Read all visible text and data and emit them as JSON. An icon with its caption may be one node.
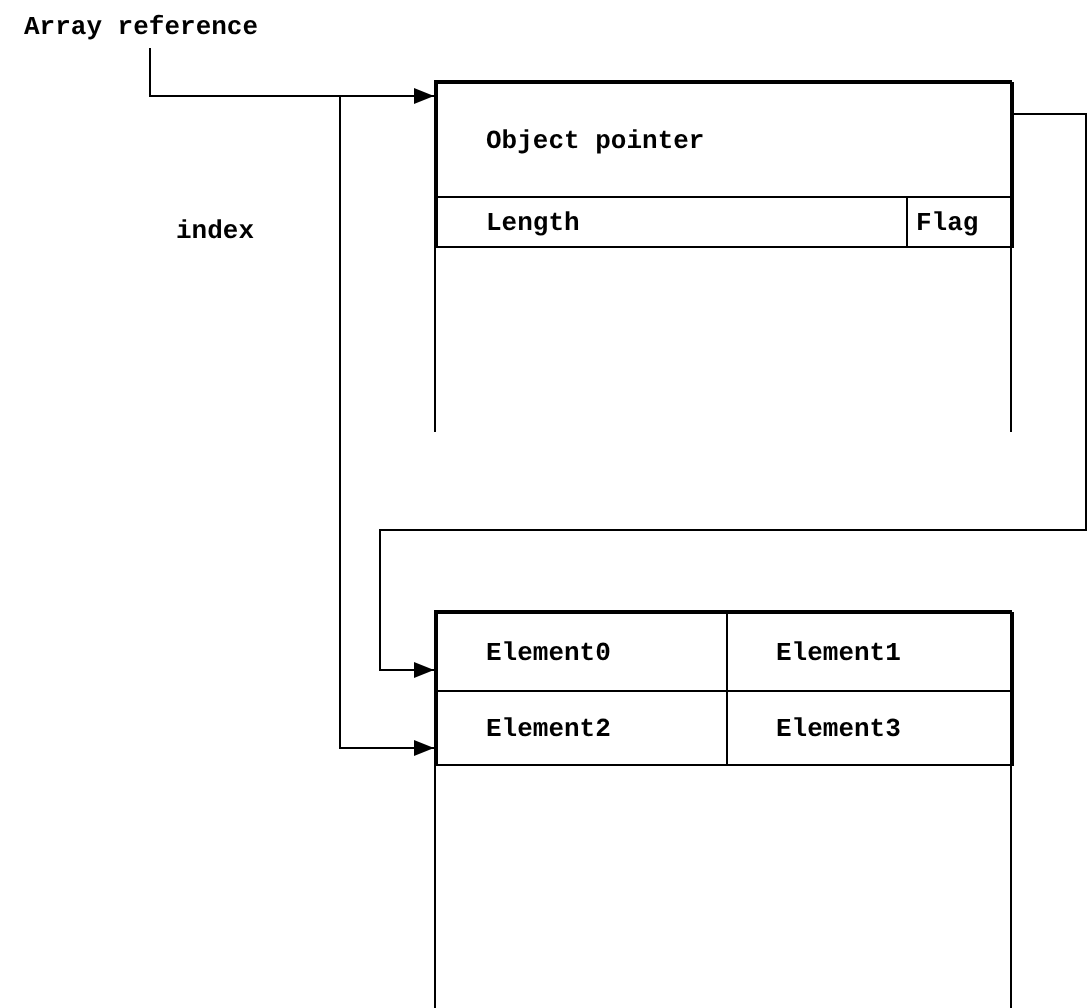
{
  "diagram": {
    "nodes": [
      {
        "text": [
          "Array reference"
        ]
      },
      {
        "text": [],
        "shape": "box"
      },
      {
        "text": [
          "Object pointer"
        ],
        "in": 1
      },
      {
        "text": [
          "Length"
        ],
        "in": 1
      },
      {
        "text": [
          "Flag"
        ],
        "in": 1
      },
      {
        "text": [],
        "shape": "box"
      },
      {
        "text": [
          "Element0"
        ],
        "in": 5
      },
      {
        "text": [
          "Element1"
        ],
        "in": 5
      },
      {
        "text": [
          "Element2"
        ],
        "in": 5
      },
      {
        "text": [
          "Element3"
        ],
        "in": 5
      }
    ],
    "edges": [
      {
        "from": 0,
        "to": 2,
        "arrow": "to"
      },
      {
        "from": 0,
        "to": 8,
        "arrow": "to",
        "label": "index"
      },
      {
        "from": 2,
        "to": 6,
        "arrow": "to"
      }
    ]
  }
}
